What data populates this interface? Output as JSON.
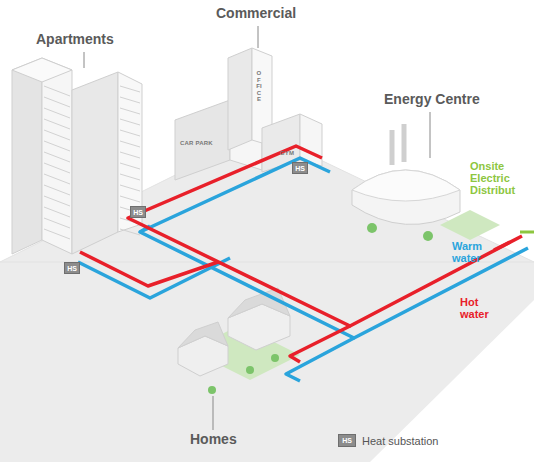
{
  "diagram": {
    "nodes": [
      {
        "text": [
          "HS"
        ]
      },
      {
        "text": [
          "HS"
        ]
      },
      {
        "text": [
          "HS"
        ]
      }
    ],
    "labels": [
      "Apartments",
      "Commercial",
      "Energy Centre",
      "Onsite Electric Distribut",
      "Warm water",
      "Hot water",
      "Homes",
      "CAR PARK",
      "OFFICE",
      "GYM",
      "HS"
    ],
    "legend": [
      {
        "text": "Heat substation"
      }
    ]
  }
}
